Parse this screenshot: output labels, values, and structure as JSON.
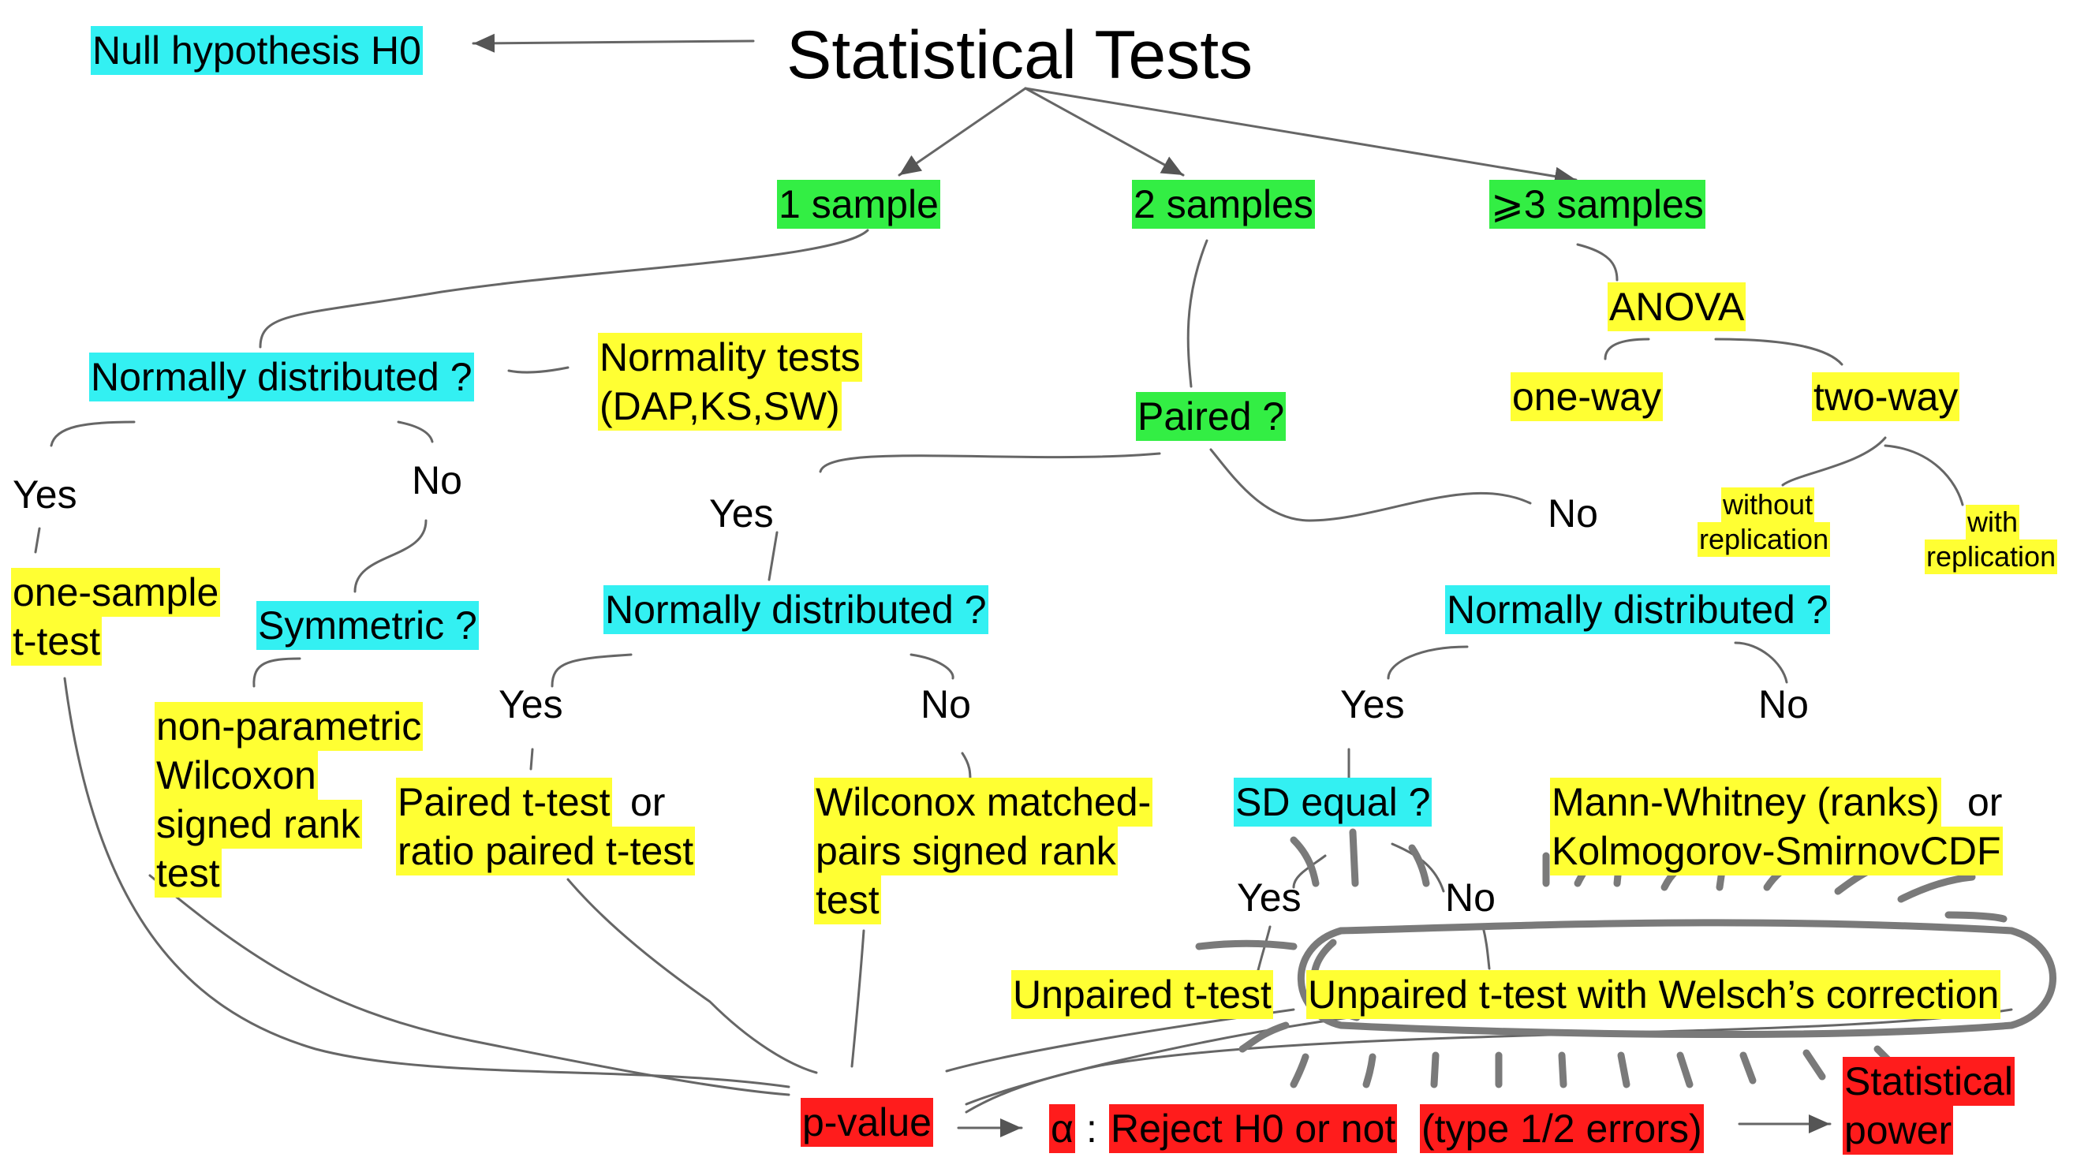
{
  "title": "Statistical Tests",
  "null_hypothesis": "Null hypothesis H0",
  "samples": {
    "one": "1 sample",
    "two": "2 samples",
    "three_plus": "⩾3 samples"
  },
  "one_sample": {
    "question": "Normally distributed ?",
    "normality_tests": [
      "Normality tests",
      "(DAP,KS,SW)"
    ],
    "yes": "Yes",
    "no": "No",
    "yes_test": [
      "one-sample",
      "t-test"
    ],
    "symmetric": "Symmetric ?",
    "no_test": [
      "non-parametric",
      "Wilcoxon",
      "signed rank",
      "test"
    ]
  },
  "two_samples": {
    "paired": "Paired ?",
    "paired_yes": "Yes",
    "paired_no": "No",
    "paired_question": "Normally distributed ?",
    "paired_normal_yes": "Yes",
    "paired_normal_no": "No",
    "paired_t": [
      "Paired t-test",
      "ratio paired t-test"
    ],
    "paired_t_or": "or",
    "wilcoxon_pairs": [
      "Wilconox matched-",
      "pairs signed rank",
      "test"
    ],
    "unpaired_question": "Normally distributed ?",
    "unpaired_normal_yes": "Yes",
    "unpaired_normal_no": "No",
    "sd_equal": "SD equal ?",
    "sd_yes": "Yes",
    "sd_no": "No",
    "unpaired_t": "Unpaired t-test",
    "welsch": "Unpaired t-test with Welsch’s correction",
    "nonparam": [
      "Mann-Whitney (ranks)",
      "Kolmogorov-SmirnovCDF"
    ],
    "nonparam_or": "or"
  },
  "anova": {
    "label": "ANOVA",
    "one_way": "one-way",
    "two_way": "two-way",
    "without": [
      "without",
      "replication"
    ],
    "with": [
      "with",
      "replication"
    ]
  },
  "outcome": {
    "p_value": "p-value",
    "alpha": "α",
    "colon": ":",
    "reject": "Reject H0 or not",
    "errors": "(type 1/2 errors)",
    "power": [
      "Statistical",
      "power"
    ]
  },
  "colors": {
    "cyan": "#33f0f2",
    "green": "#33ee44",
    "yellow": "#ffff33",
    "red": "#ff1c1c",
    "line": "#666666"
  }
}
